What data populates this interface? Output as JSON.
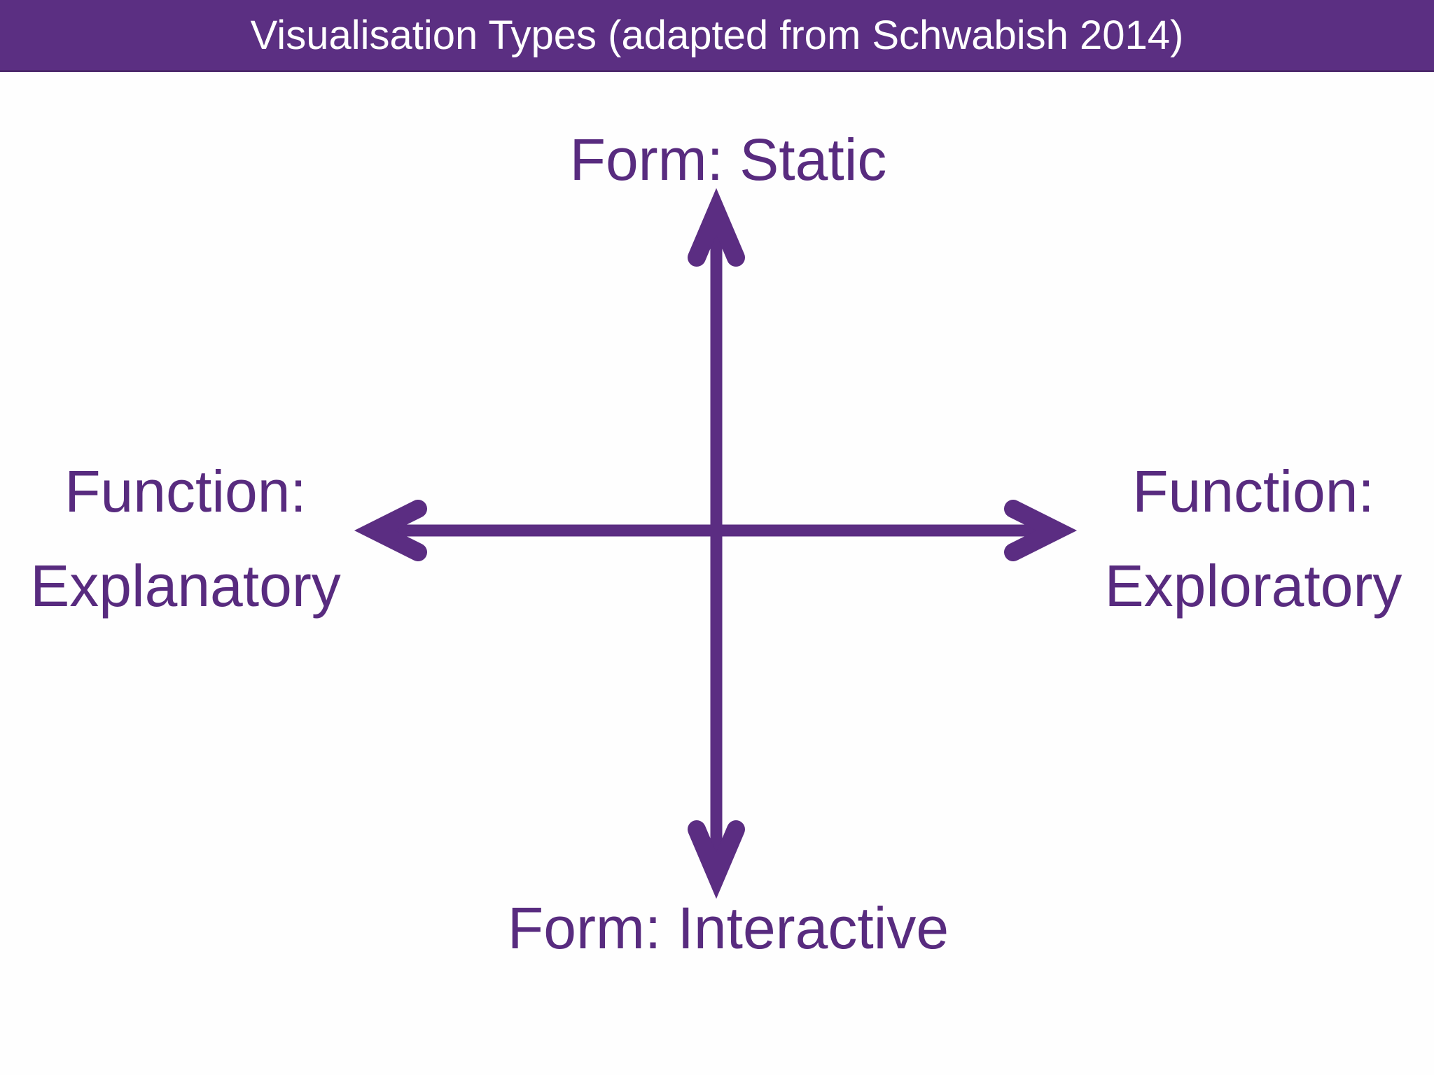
{
  "theme": {
    "header_bg": "#5b2f82",
    "header_text": "#ffffff",
    "axis_color": "#5b2d82",
    "label_color": "#582b7f",
    "page_bg": "#fefefe"
  },
  "header": {
    "title": "Visualisation Types (adapted from Schwabish 2014)"
  },
  "diagram": {
    "type": "quadrant-axes",
    "labels": {
      "top": "Form: Static",
      "bottom": "Form: Interactive",
      "left_line1": "Function:",
      "left_line2": "Explanatory",
      "right_line1": "Function:",
      "right_line2": "Exploratory"
    }
  }
}
